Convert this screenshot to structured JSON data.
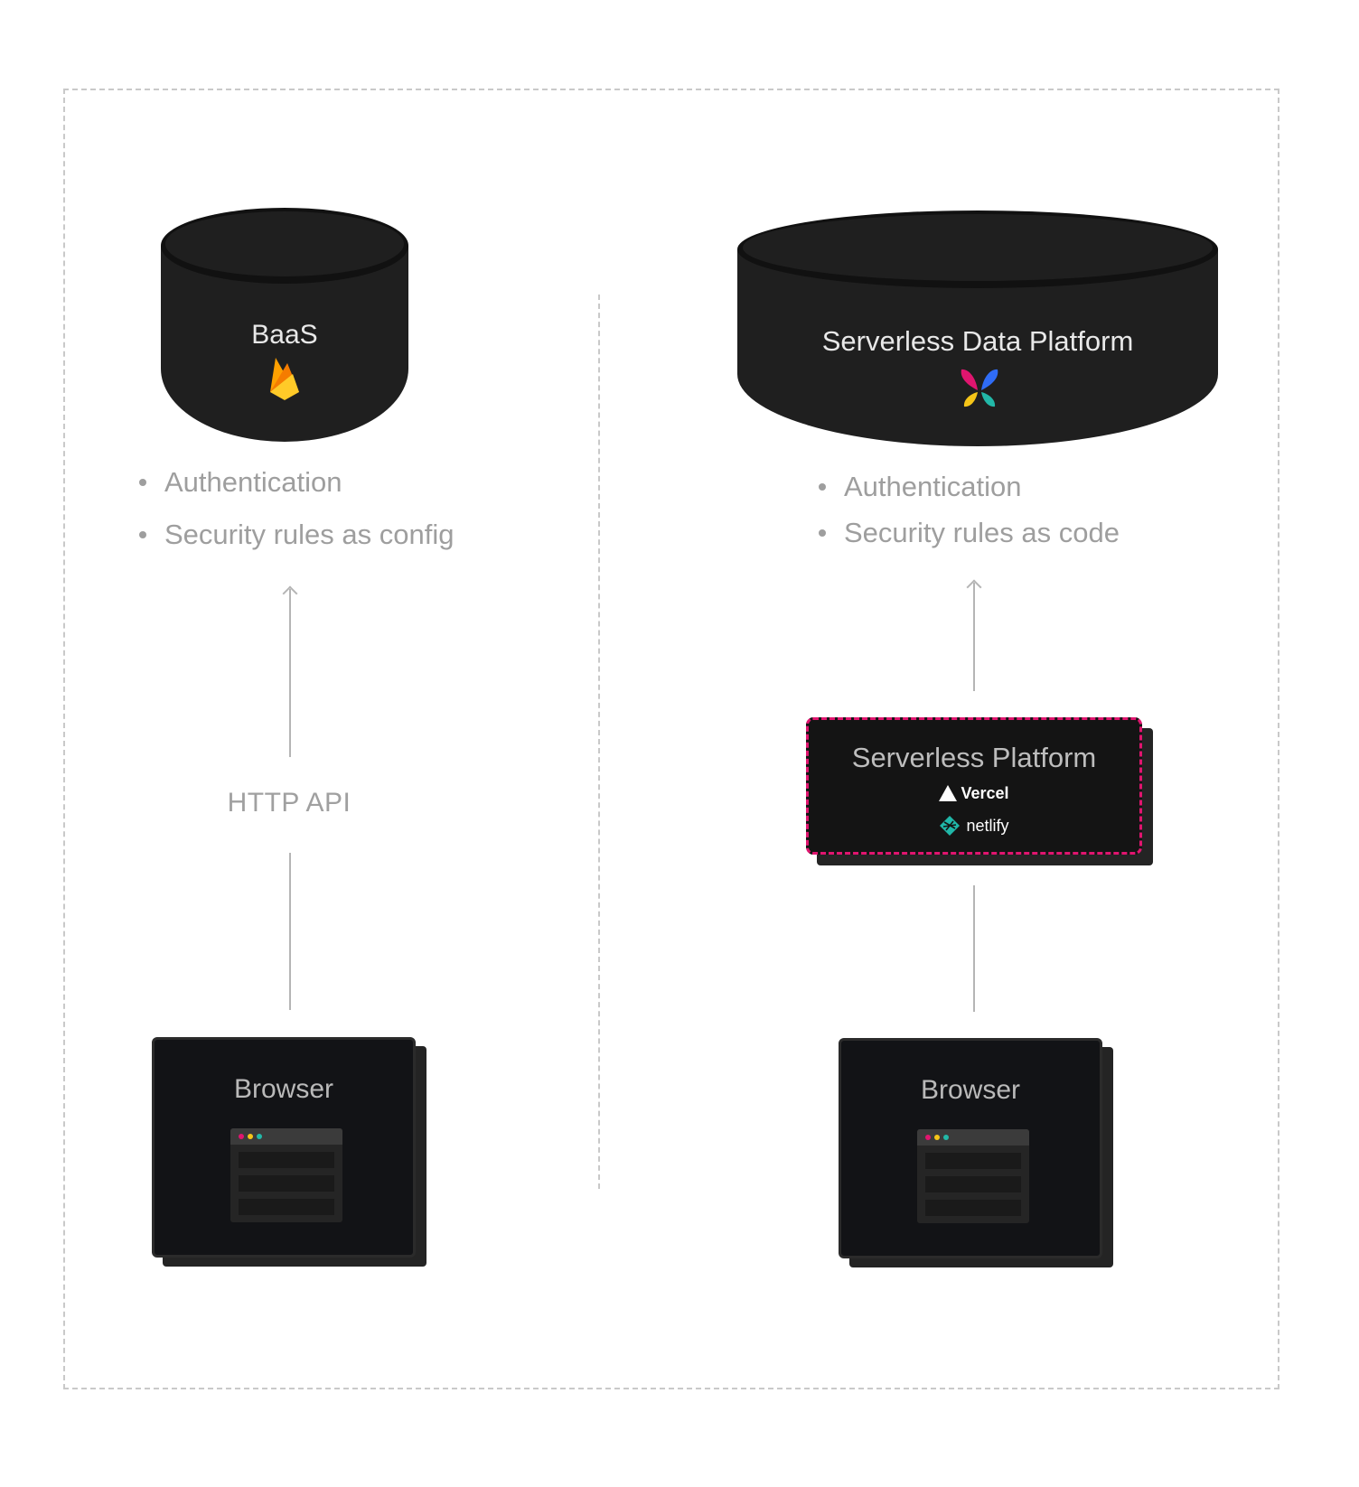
{
  "left": {
    "db": {
      "title": "BaaS",
      "logo_icon": "firebase-icon"
    },
    "bullets": [
      "Authentication",
      "Security rules as config"
    ],
    "connector_label": "HTTP API",
    "client": {
      "title": "Browser",
      "icon": "browser-window-icon"
    }
  },
  "right": {
    "db": {
      "title": "Serverless Data Platform",
      "logo_icon": "butterfly-logo-icon"
    },
    "bullets": [
      "Authentication",
      "Security rules as code"
    ],
    "middle": {
      "title": "Serverless Platform",
      "providers": [
        {
          "name": "Vercel",
          "icon": "vercel-triangle-icon"
        },
        {
          "name": "netlify",
          "icon": "netlify-icon"
        }
      ],
      "accent_color": "#e0156f"
    },
    "client": {
      "title": "Browser",
      "icon": "browser-window-icon"
    }
  },
  "colors": {
    "node_fill": "#1f1f1f",
    "browser_dots": [
      "#e0156f",
      "#f5c518",
      "#22b8a8"
    ]
  }
}
